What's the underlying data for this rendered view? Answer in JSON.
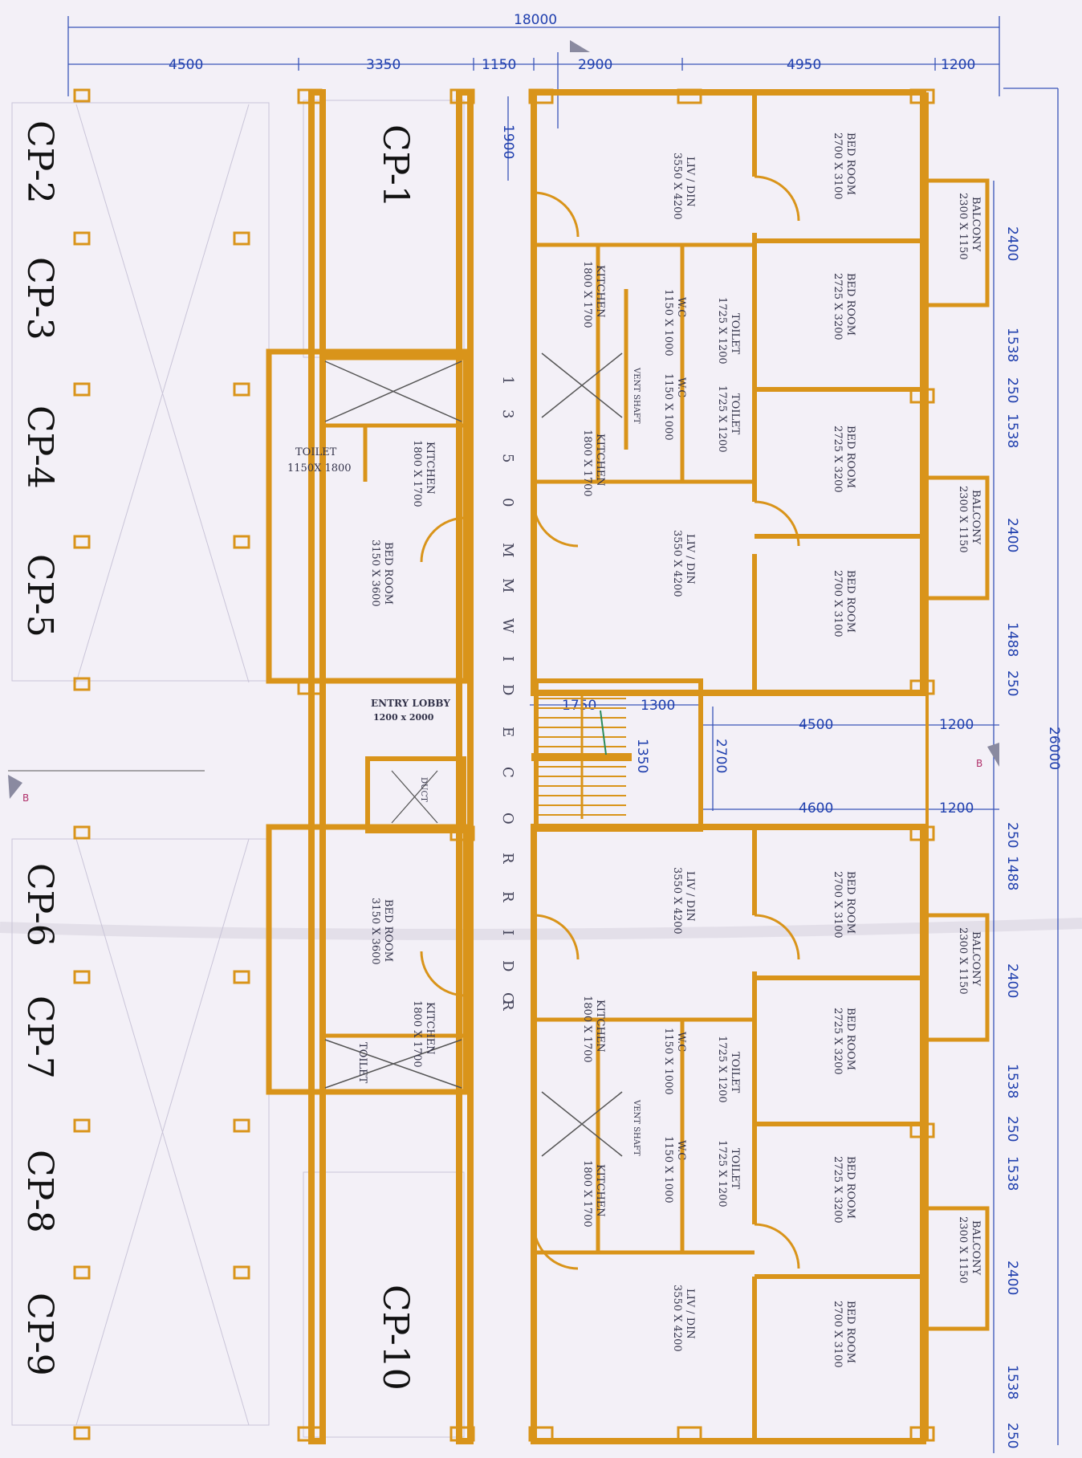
{
  "dimensions": {
    "overall_width": "18000",
    "top_segments": [
      "4500",
      "3350",
      "1150",
      "2900",
      "4950",
      "1200"
    ],
    "overall_depth": "26000",
    "right_segments": [
      "2400",
      "1538",
      "250",
      "1538",
      "2400",
      "1488",
      "250",
      "250",
      "1488",
      "2400",
      "1538",
      "250",
      "1538",
      "2400",
      "1538",
      "250"
    ],
    "core": [
      "1750",
      "1300",
      "1350",
      "2700",
      "4500",
      "1200",
      "4600",
      "1200"
    ],
    "misc": [
      "1900"
    ]
  },
  "parking": [
    "CP-1",
    "CP-2",
    "CP-3",
    "CP-4",
    "CP-5",
    "CP-6",
    "CP-7",
    "CP-8",
    "CP-9",
    "CP-10"
  ],
  "rooms": {
    "liv_din": "LIV / DIN",
    "liv_din_size": "3550 X 4200",
    "bed_a": "BED ROOM",
    "bed_a_size": "2700 X 3100",
    "bed_b": "BED ROOM",
    "bed_b_size": "2725 X 3200",
    "balcony": "BALCONY",
    "balcony_size": "2300 X 1150",
    "kitchen": "KITCHEN",
    "kitchen_size": "1800 X 1700",
    "toilet": "TOILET",
    "toilet_size": "1725 X 1200",
    "wc": "W.C",
    "wc_size": "1150 X 1000",
    "vent": "VENT SHAFT",
    "left_toilet": "TOILET",
    "left_toilet_size": "1150X 1800",
    "left_bed": "BED ROOM",
    "left_bed_size": "3150 X 3600",
    "entry_lobby": "ENTRY LOBBY",
    "entry_lobby_size": "1200 x 2000",
    "duct": "DUCT"
  },
  "corridor": [
    "1",
    "3",
    "5",
    "0",
    "M",
    "M",
    "W",
    "I",
    "D",
    "E",
    "C",
    "O",
    "R",
    "R",
    "I",
    "D",
    "O",
    "R"
  ],
  "markers": [
    "B",
    "B"
  ]
}
